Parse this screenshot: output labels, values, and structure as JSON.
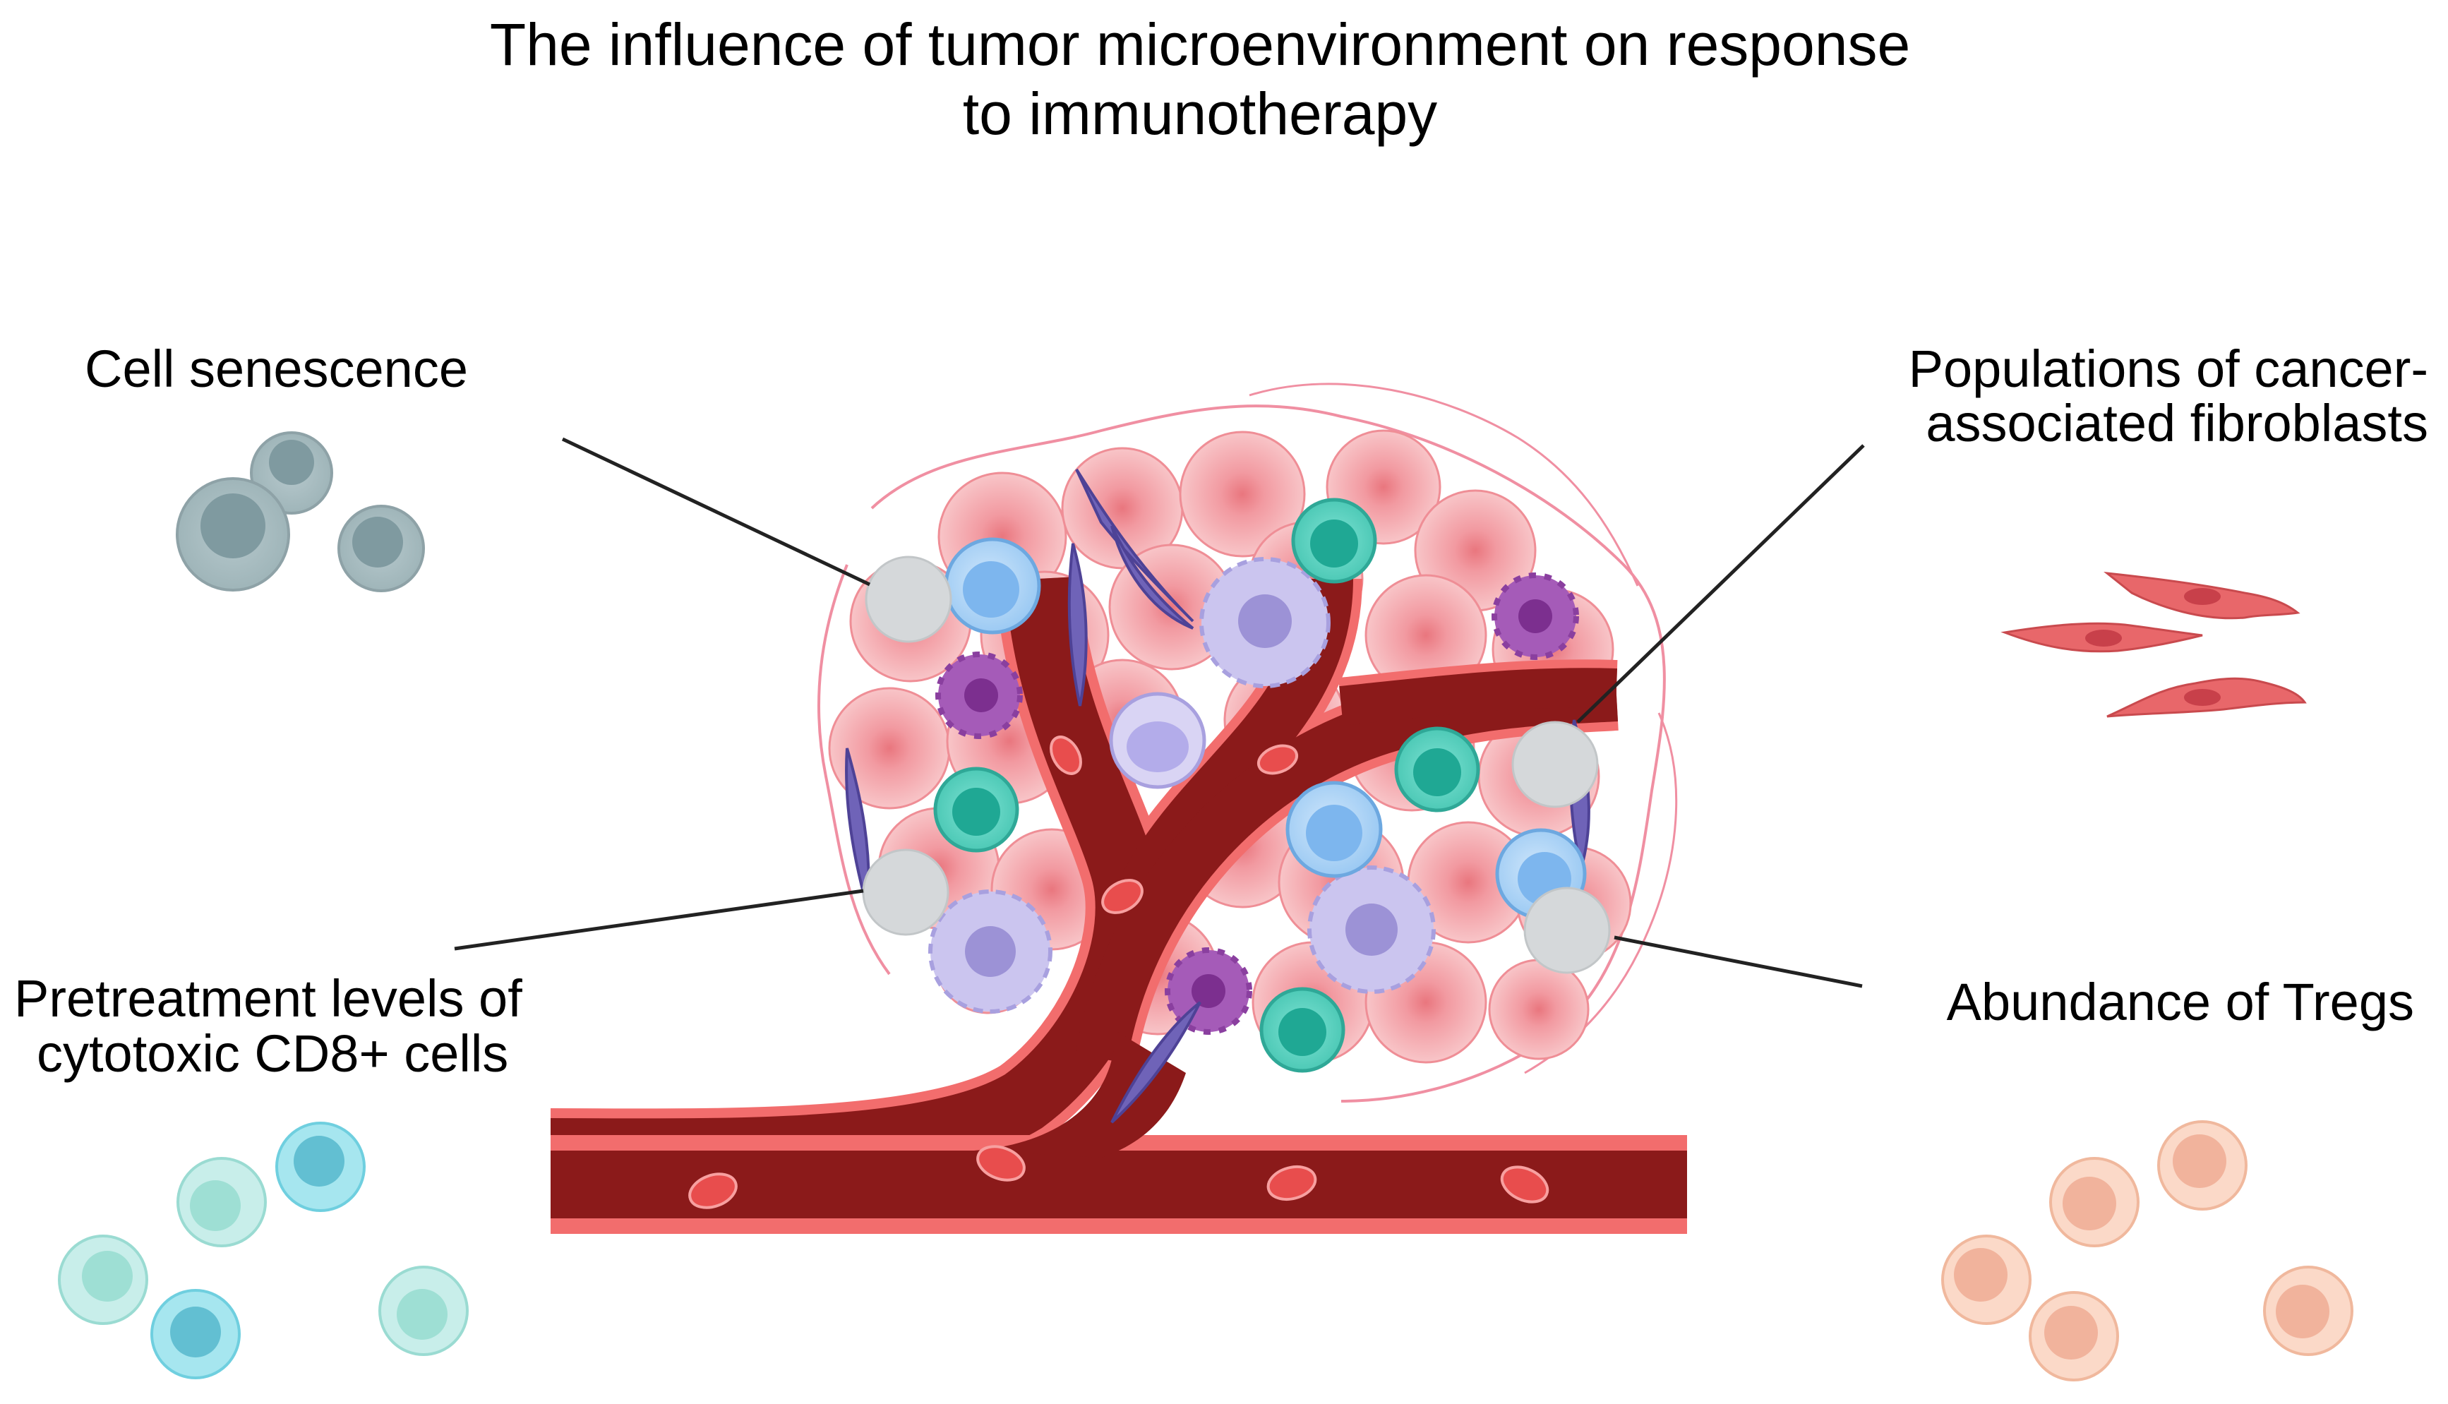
{
  "title": {
    "line1": "The influence of tumor microenvironment on response",
    "line2": "to immunotherapy"
  },
  "labels": {
    "cell_senescence": "Cell senescence",
    "caf_line1": "Populations of cancer-",
    "caf_line2": "associated fibroblasts",
    "cd8_line1": "Pretreatment levels of",
    "cd8_line2": "cytotoxic CD8+ cells",
    "tregs": "Abundance of Tregs"
  },
  "colors": {
    "vessel_dark": "#8b1a1a",
    "vessel_light": "#f26d6d",
    "tumor_cell": "#f4a3a8",
    "senescent_cell": "#8fa8ad",
    "cd8_cell": "#7fd3de",
    "treg_cell": "#f5c4ad",
    "fibroblast": "#e8676a",
    "marker": "#d5d8da"
  }
}
